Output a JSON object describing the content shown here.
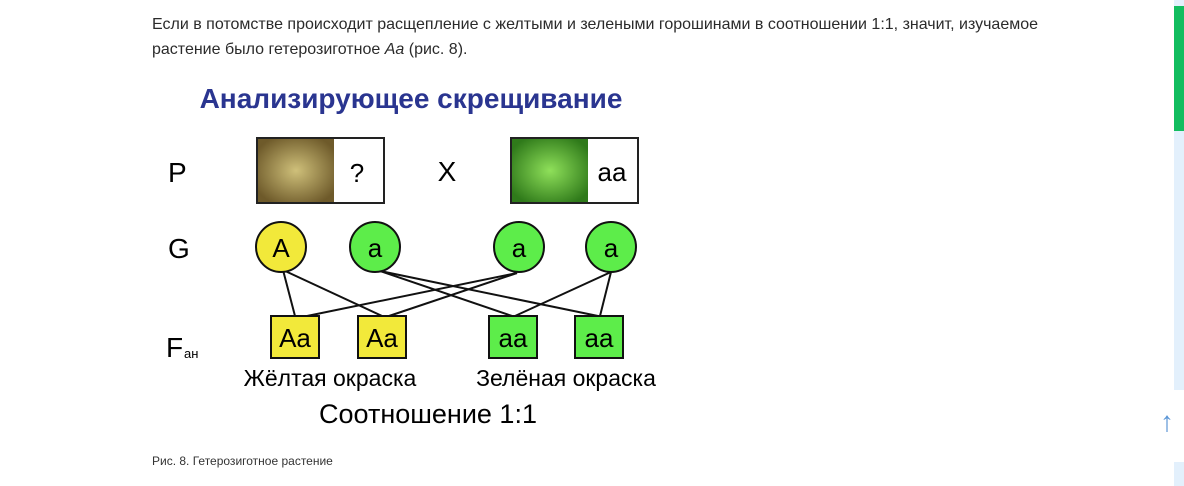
{
  "paragraph": {
    "text_before": "Если в потомстве происходит расщепление с желтыми и зелеными горошинами в соотношении 1:1, значит, изучаемое растение было гетерозиготное ",
    "italic": "Aa",
    "text_after": " (рис. 8)."
  },
  "figure": {
    "title": "Анализирующее скрещивание",
    "row_p": "P",
    "row_g": "G",
    "row_f": "F",
    "row_f_sub": "ан",
    "cross": "X",
    "parent1_genotype": "?",
    "parent2_genotype": "aa",
    "gametes": [
      "A",
      "a",
      "a",
      "a"
    ],
    "offspring": [
      "Aa",
      "Aa",
      "aa",
      "aa"
    ],
    "label_yellow": "Жёлтая окраска",
    "label_green": "Зелёная окраска",
    "ratio": "Соотношение 1:1",
    "colors": {
      "title": "#2a3590",
      "yellow": "#f2e93a",
      "green": "#5ded4a"
    }
  },
  "caption": "Рис. 8. Гетерозиготное растение",
  "scroll_up_icon": "arrow-up-icon"
}
